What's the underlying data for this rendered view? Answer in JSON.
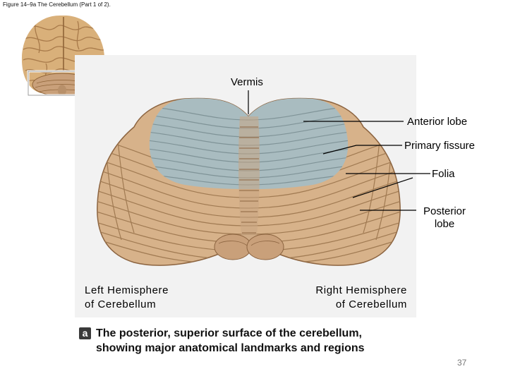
{
  "figure_title": "Figure 14–9a The Cerebellum (Part 1 of 2).",
  "labels": {
    "vermis": "Vermis",
    "anterior_lobe": "Anterior lobe",
    "primary_fissure": "Primary fissure",
    "folia": "Folia",
    "posterior_lobe_line1": "Posterior",
    "posterior_lobe_line2": "lobe",
    "left_hemisphere_line1": "Left Hemisphere",
    "left_hemisphere_line2": "of Cerebellum",
    "right_hemisphere_line1": "Right Hemisphere",
    "right_hemisphere_line2": "of Cerebellum"
  },
  "caption": {
    "badge": "a",
    "line1": "The posterior, superior surface of the cerebellum,",
    "line2": "showing major anatomical landmarks and regions"
  },
  "page_number": "37",
  "colors": {
    "anterior_lobe": "#a9bcc0",
    "posterior_lobe": "#d7b28a",
    "brain_inset": "#d9b07a",
    "leader_line": "#000000"
  }
}
